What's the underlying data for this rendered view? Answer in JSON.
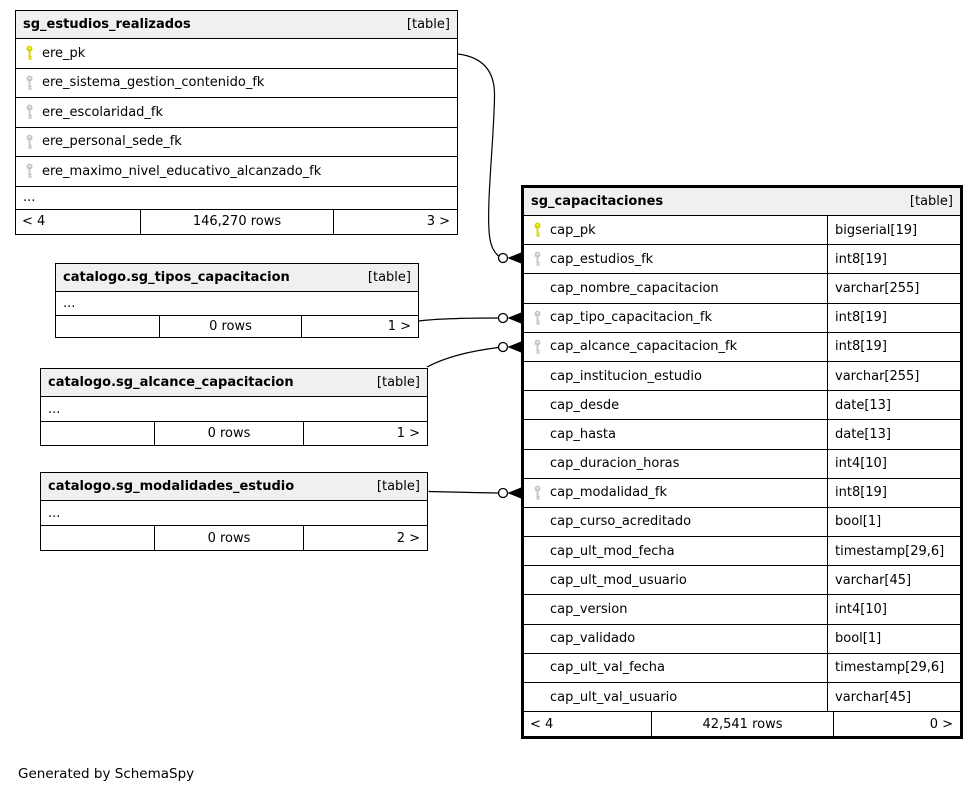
{
  "credit": "Generated by SchemaSpy",
  "colors": {
    "pk_key": "#d6d600",
    "fk_key": "#c6c6c6",
    "header_bg": "#f0f0f0"
  },
  "tables": {
    "estudios": {
      "title": "sg_estudios_realizados",
      "tag": "[table]",
      "columns": [
        {
          "name": "ere_pk"
        },
        {
          "name": "ere_sistema_gestion_contenido_fk"
        },
        {
          "name": "ere_escolaridad_fk"
        },
        {
          "name": "ere_personal_sede_fk"
        },
        {
          "name": "ere_maximo_nivel_educativo_alcanzado_fk"
        }
      ],
      "ellipsis": "...",
      "footer": {
        "left": "< 4",
        "center": "146,270 rows",
        "right": "3 >"
      }
    },
    "tipos": {
      "title": "catalogo.sg_tipos_capacitacion",
      "tag": "[table]",
      "ellipsis": "...",
      "footer": {
        "left": "",
        "center": "0 rows",
        "right": "1 >"
      }
    },
    "alcance": {
      "title": "catalogo.sg_alcance_capacitacion",
      "tag": "[table]",
      "ellipsis": "...",
      "footer": {
        "left": "",
        "center": "0 rows",
        "right": "1 >"
      }
    },
    "modalidades": {
      "title": "catalogo.sg_modalidades_estudio",
      "tag": "[table]",
      "ellipsis": "...",
      "footer": {
        "left": "",
        "center": "0 rows",
        "right": "2 >"
      }
    },
    "capacitaciones": {
      "title": "sg_capacitaciones",
      "tag": "[table]",
      "columns": [
        {
          "name": "cap_pk",
          "type": "bigserial[19]"
        },
        {
          "name": "cap_estudios_fk",
          "type": "int8[19]"
        },
        {
          "name": "cap_nombre_capacitacion",
          "type": "varchar[255]"
        },
        {
          "name": "cap_tipo_capacitacion_fk",
          "type": "int8[19]"
        },
        {
          "name": "cap_alcance_capacitacion_fk",
          "type": "int8[19]"
        },
        {
          "name": "cap_institucion_estudio",
          "type": "varchar[255]"
        },
        {
          "name": "cap_desde",
          "type": "date[13]"
        },
        {
          "name": "cap_hasta",
          "type": "date[13]"
        },
        {
          "name": "cap_duracion_horas",
          "type": "int4[10]"
        },
        {
          "name": "cap_modalidad_fk",
          "type": "int8[19]"
        },
        {
          "name": "cap_curso_acreditado",
          "type": "bool[1]"
        },
        {
          "name": "cap_ult_mod_fecha",
          "type": "timestamp[29,6]"
        },
        {
          "name": "cap_ult_mod_usuario",
          "type": "varchar[45]"
        },
        {
          "name": "cap_version",
          "type": "int4[10]"
        },
        {
          "name": "cap_validado",
          "type": "bool[1]"
        },
        {
          "name": "cap_ult_val_fecha",
          "type": "timestamp[29,6]"
        },
        {
          "name": "cap_ult_val_usuario",
          "type": "varchar[45]"
        }
      ],
      "footer": {
        "left": "< 4",
        "center": "42,541 rows",
        "right": "0 >"
      }
    }
  }
}
